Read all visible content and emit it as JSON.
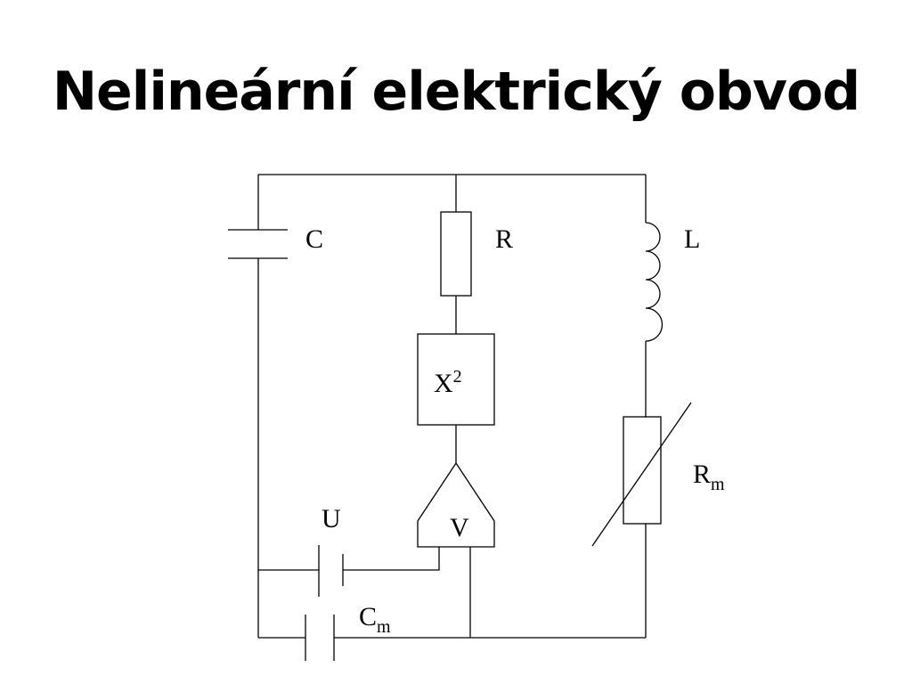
{
  "title": "Nelineární elektrický obvod",
  "components": {
    "capacitor": {
      "label": "C"
    },
    "resistor": {
      "label": "R"
    },
    "inductor": {
      "label": "L"
    },
    "squarer": {
      "base": "X",
      "exponent": "2"
    },
    "meter_resistor": {
      "base": "R",
      "subscript": "m"
    },
    "voltmeter": {
      "label": "V"
    },
    "source": {
      "label": "U"
    },
    "meter_capacitor": {
      "base": "C",
      "subscript": "m"
    }
  }
}
